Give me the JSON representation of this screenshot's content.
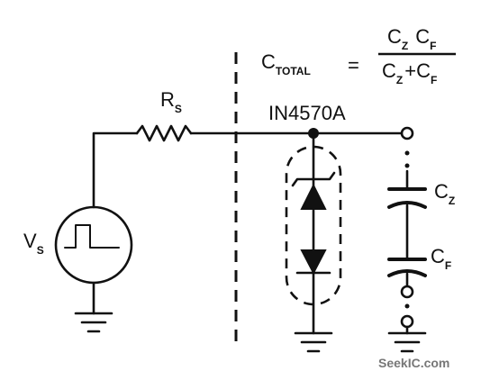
{
  "labels": {
    "rs_main": "R",
    "rs_sub": "S",
    "vs_main": "V",
    "vs_sub": "S",
    "diode_part": "IN4570A",
    "cz_main": "C",
    "cz_sub": "Z",
    "cf_main": "C",
    "cf_sub": "F"
  },
  "formula": {
    "lhs_main": "C",
    "lhs_sub": "TOTAL",
    "equals": "=",
    "num_a_main": "C",
    "num_a_sub": "Z",
    "num_b_main": "C",
    "num_b_sub": "F",
    "den_a_main": "C",
    "den_a_sub": "Z",
    "den_plus": "+",
    "den_b_main": "C",
    "den_b_sub": "F"
  },
  "watermark": "SeekIC.com"
}
